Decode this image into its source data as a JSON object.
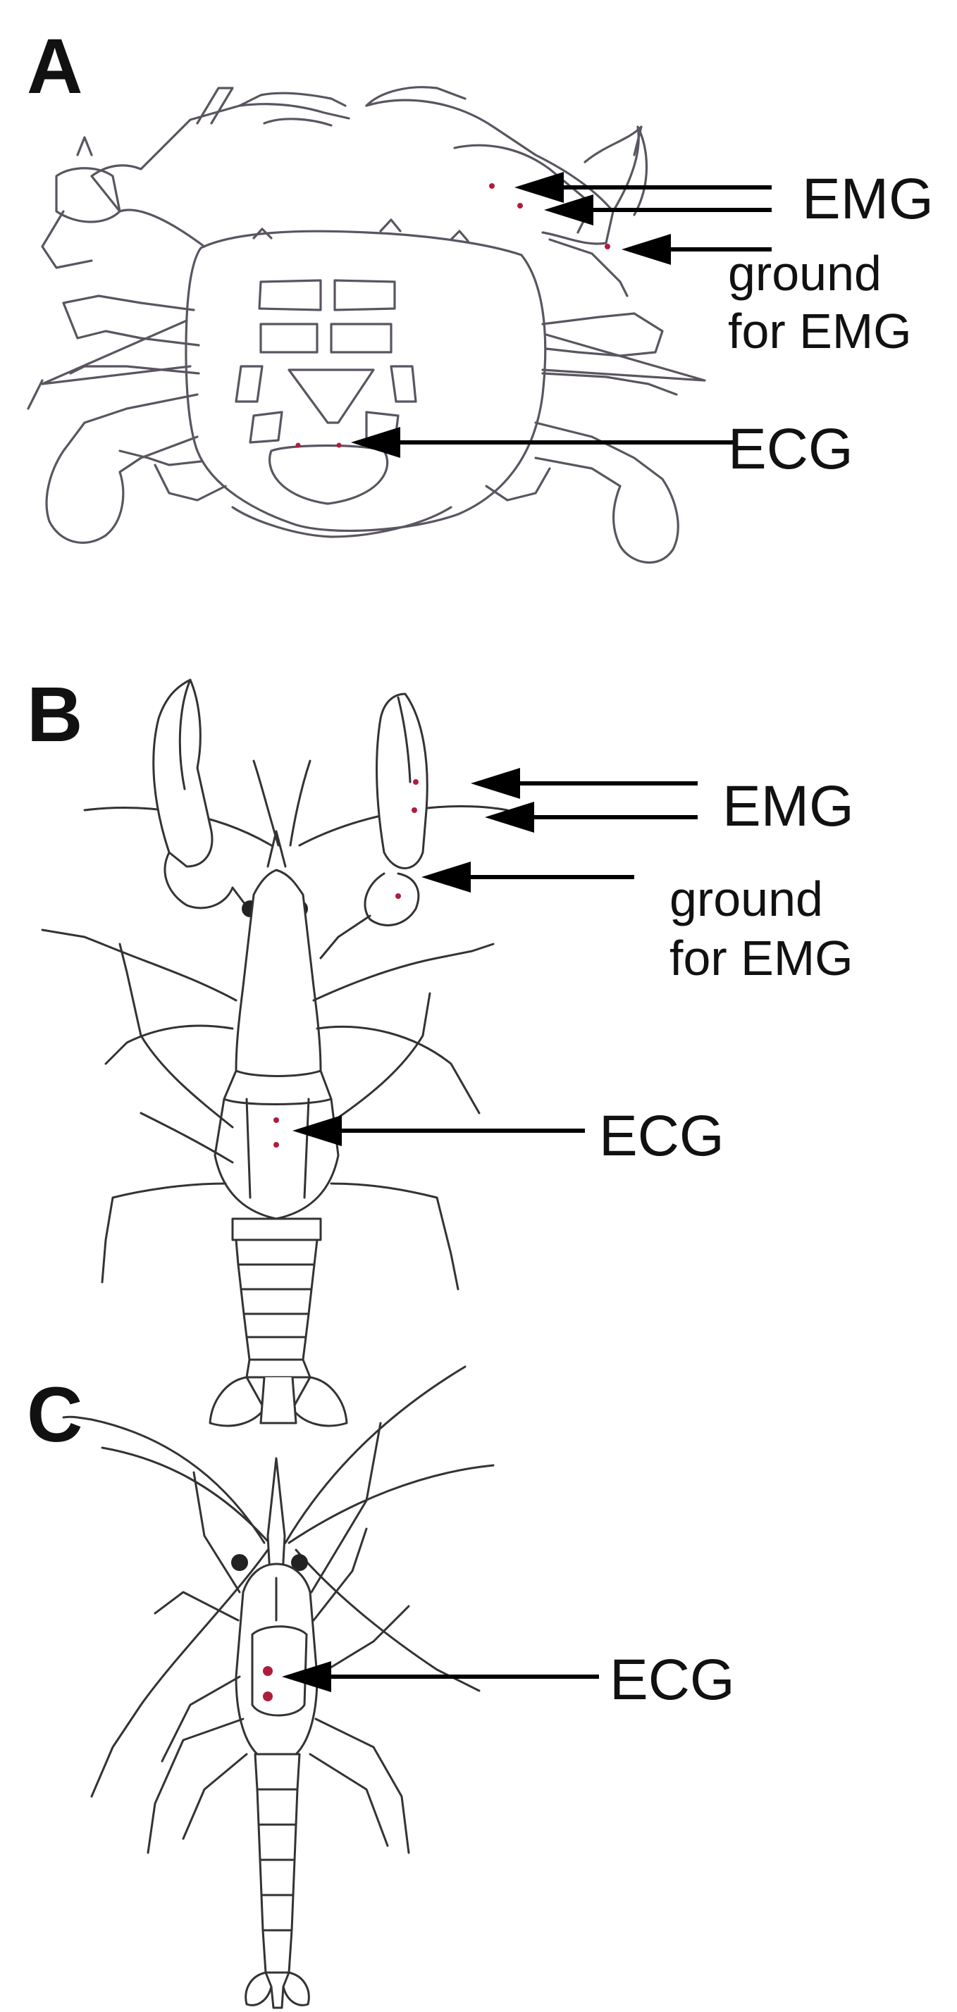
{
  "panels": [
    {
      "id": "A",
      "letter": "A",
      "labels": {
        "emg": "EMG",
        "ground_line1": "ground",
        "ground_line2": "for EMG",
        "ecg": "ECG"
      }
    },
    {
      "id": "B",
      "letter": "B",
      "labels": {
        "emg": "EMG",
        "ground_line1": "ground",
        "ground_line2": "for EMG",
        "ecg": "ECG"
      }
    },
    {
      "id": "C",
      "letter": "C",
      "labels": {
        "ecg": "ECG"
      }
    }
  ],
  "colors": {
    "electrode": "#b01c3c",
    "eye": "#222222",
    "arrow": "#000000"
  },
  "icons": {
    "crab": "crab-illustration",
    "crayfish": "crayfish-illustration",
    "shrimp": "shrimp-illustration"
  }
}
